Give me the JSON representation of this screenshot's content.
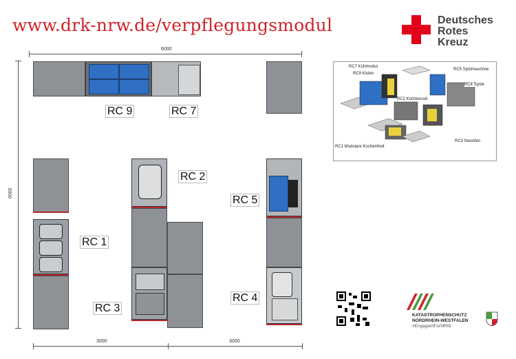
{
  "header": {
    "url": "www.drk-nrw.de/verpflegungsmodul"
  },
  "logo": {
    "line1": "Deutsches",
    "line2": "Rotes",
    "line3": "Kreuz",
    "cross_color": "#e2001a"
  },
  "dimensions": {
    "top_width": "6000",
    "left_height": "6000",
    "bottom_left": "3000",
    "bottom_right": "3000"
  },
  "modules": {
    "rc1": "RC 1",
    "rc2": "RC 2",
    "rc3": "RC 3",
    "rc4": "RC 4",
    "rc5": "RC 5",
    "rc7": "RC 7",
    "rc9": "RC 9"
  },
  "inset": {
    "rc7": "RC7 Kühlmodul",
    "rc9": "RC9 Kisten",
    "rc5": "RC5 Spülmaschine",
    "rc4": "RC4 Spüle",
    "rc2": "RC2 Kochkessel",
    "rc3": "RC3 Naviofen",
    "rc1": "RC1 Modulare Kocheinheit"
  },
  "footer": {
    "ks_line1": "KATASTROPHENSCHUTZ",
    "ks_line2": "NORDRHEIN-WESTFALEN",
    "ks_tag": "#EngagiertFürNRW"
  },
  "colors": {
    "brand_red": "#d1232a",
    "panel_grey": "#8e9297",
    "blue_module": "#2f6fc4"
  }
}
